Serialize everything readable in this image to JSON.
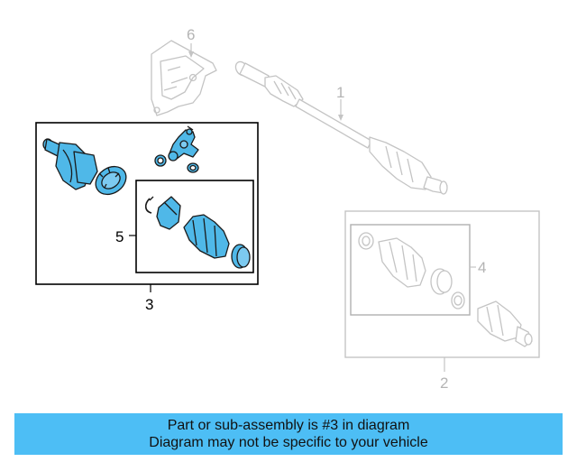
{
  "diagram": {
    "callouts": {
      "c1": "1",
      "c2": "2",
      "c3": "3",
      "c4": "4",
      "c5": "5",
      "c6": "6"
    },
    "colors": {
      "highlight_fill": "#4fb8e8",
      "highlight_stroke": "#1a1a1a",
      "ghost_stroke": "#c4c4c4",
      "ghost_text": "#b4b4b4",
      "box_stroke": "#000000"
    },
    "highlighted_part": "3"
  },
  "banner": {
    "line1": "Part or sub-assembly is #3 in diagram",
    "line2": "Diagram may not be specific to your vehicle",
    "color": "#4dbef5"
  }
}
